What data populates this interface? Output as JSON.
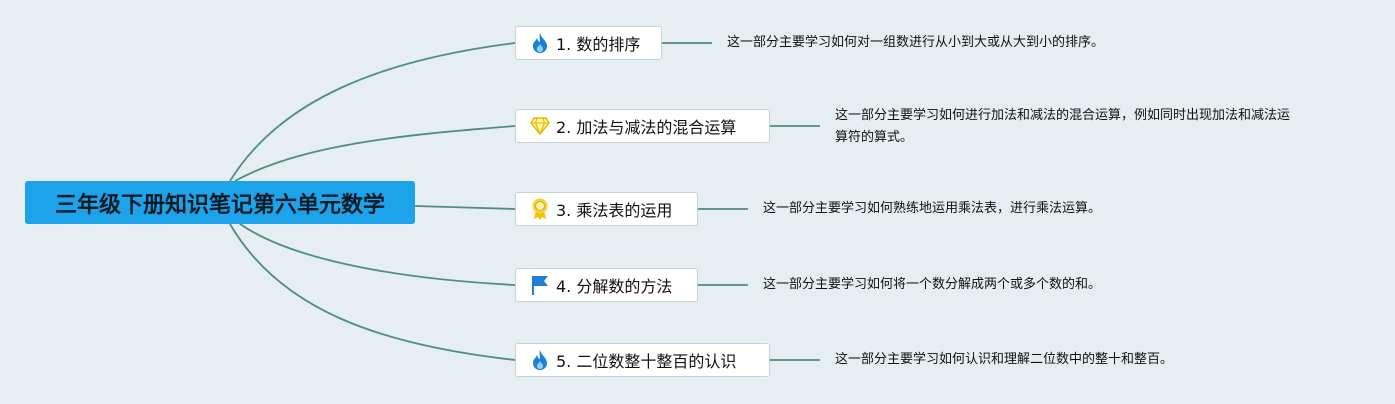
{
  "colors": {
    "background": "#e6eef2",
    "root_fill": "#1ca3ea",
    "connector": "#4e8d80",
    "node_fill": "#ffffff"
  },
  "root": {
    "title": "三年级下册知识笔记第六单元数学"
  },
  "branches": [
    {
      "label": "1. 数的排序",
      "icon": "flame-icon",
      "note": "这一部分主要学习如何对一组数进行从小到大或从大到小的排序。"
    },
    {
      "label": "2. 加法与减法的混合运算",
      "icon": "diamond-icon",
      "note_line1": "这一部分主要学习如何进行加法和减法的混合运算，例如同时出现加法和减法运",
      "note_line2": "算符的算式。"
    },
    {
      "label": "3. 乘法表的运用",
      "icon": "award-icon",
      "note": "这一部分主要学习如何熟练地运用乘法表，进行乘法运算。"
    },
    {
      "label": "4. 分解数的方法",
      "icon": "flag-icon",
      "note": "这一部分主要学习如何将一个数分解成两个或多个数的和。"
    },
    {
      "label": "5. 二位数整十整百的认识",
      "icon": "flame-icon",
      "note": "这一部分主要学习如何认识和理解二位数中的整十和整百。"
    }
  ]
}
